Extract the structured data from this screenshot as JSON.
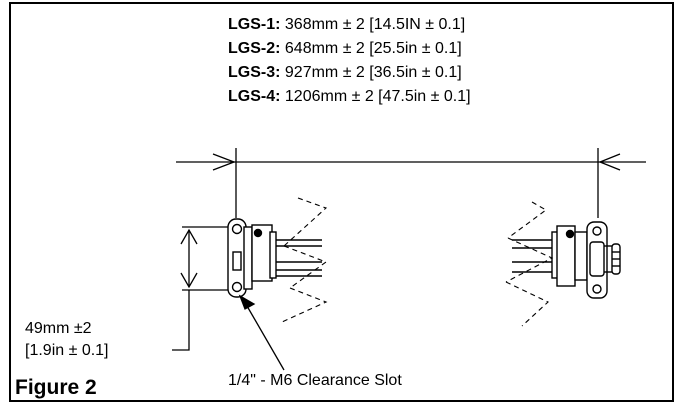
{
  "specs": [
    {
      "model": "LGS-1:",
      "value": " 368mm ± 2 [14.5IN ± 0.1]"
    },
    {
      "model": "LGS-2:",
      "value": " 648mm ± 2 [25.5in ± 0.1]"
    },
    {
      "model": "LGS-3:",
      "value": " 927mm ± 2 [36.5in ± 0.1]"
    },
    {
      "model": "LGS-4:",
      "value": " 1206mm ± 2 [47.5in ± 0.1]"
    }
  ],
  "height_dim": {
    "metric": "49mm ±2",
    "imperial": "[1.9in ± 0.1]"
  },
  "slot_label": "1/4\" - M6 Clearance Slot",
  "figure_title": "Figure 2"
}
